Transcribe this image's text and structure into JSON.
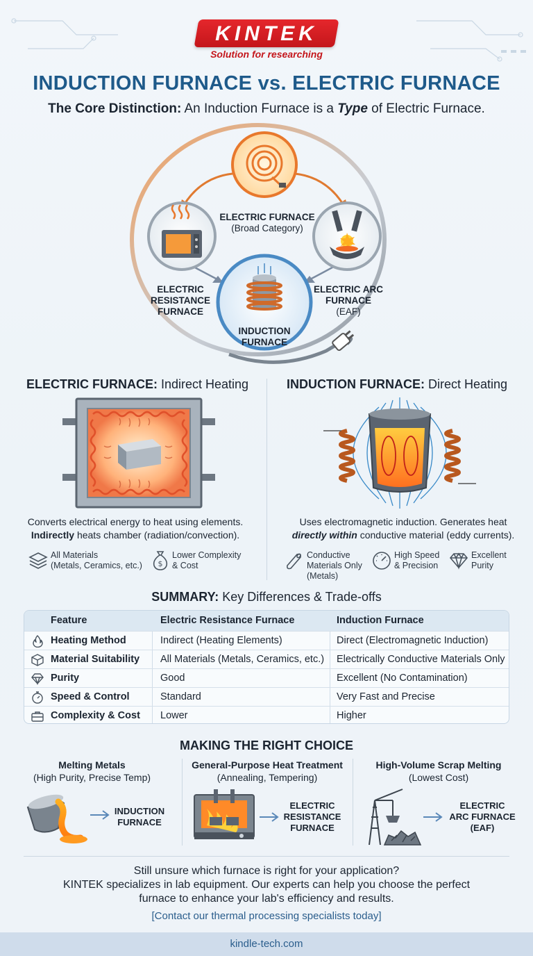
{
  "header": {
    "logo": "KINTEK",
    "tagline": "Solution for researching",
    "title": "INDUCTION FURNACE vs. ELECTRIC FURNACE",
    "subtitle_lead": "The Core Distinction:",
    "subtitle_a": " An Induction Furnace is a ",
    "subtitle_em": "Type",
    "subtitle_b": " of Electric Furnace."
  },
  "hierarchy": {
    "center": {
      "name": "ELECTRIC FURNACE",
      "note": "(Broad Category)"
    },
    "left": {
      "line1": "ELECTRIC",
      "line2": "RESISTANCE",
      "line3": "FURNACE"
    },
    "right": {
      "line1": "ELECTRIC ARC",
      "line2": "FURNACE",
      "note": "(EAF)"
    },
    "bottom": {
      "line1": "INDUCTION",
      "line2": "FURNACE"
    }
  },
  "electric_section": {
    "head_bold": "ELECTRIC FURNACE:",
    "head_rest": " Indirect Heating",
    "desc_line1": "Converts electrical energy to heat using elements.",
    "desc_bold": "Indirectly",
    "desc_line2": " heats chamber (radiation/convection).",
    "features": [
      {
        "icon": "layers-icon",
        "line1": "All Materials",
        "line2": "(Metals, Ceramics, etc.)"
      },
      {
        "icon": "money-bag-icon",
        "line1": "Lower Complexity",
        "line2": "& Cost"
      }
    ]
  },
  "induction_section": {
    "head_bold": "INDUCTION FURNACE:",
    "head_rest": " Direct Heating",
    "desc_line1": "Uses electromagnetic induction. Generates heat",
    "desc_em": "directly within",
    "desc_line2": " conductive material (eddy currents).",
    "features": [
      {
        "icon": "cylinder-rod-icon",
        "line1": "Conductive",
        "line2": "Materials Only",
        "line3": "(Metals)"
      },
      {
        "icon": "gauge-icon",
        "line1": "High Speed",
        "line2": "& Precision"
      },
      {
        "icon": "diamond-icon",
        "line1": "Excellent",
        "line2": "Purity"
      }
    ]
  },
  "summary": {
    "head_bold": "SUMMARY:",
    "head_rest": " Key Differences & Trade-offs",
    "columns": [
      "Feature",
      "Electric Resistance Furnace",
      "Induction Furnace"
    ],
    "rows": [
      {
        "icon": "flame-icon",
        "feature": "Heating Method",
        "resistance": "Indirect (Heating Elements)",
        "induction": "Direct (Electromagnetic Induction)"
      },
      {
        "icon": "cube-icon",
        "feature": "Material Suitability",
        "resistance": "All Materials (Metals, Ceramics, etc.)",
        "induction": "Electrically Conductive Materials Only"
      },
      {
        "icon": "diamond-icon",
        "feature": "Purity",
        "resistance": "Good",
        "induction": "Excellent (No Contamination)"
      },
      {
        "icon": "stopwatch-icon",
        "feature": "Speed & Control",
        "resistance": "Standard",
        "induction": "Very Fast and Precise"
      },
      {
        "icon": "briefcase-icon",
        "feature": "Complexity & Cost",
        "resistance": "Lower",
        "induction": "Higher"
      }
    ]
  },
  "choice": {
    "title": "MAKING THE RIGHT CHOICE",
    "items": [
      {
        "title": "Melting Metals",
        "note": "(High Purity, Precise Temp)",
        "result1": "INDUCTION",
        "result2": "FURNACE"
      },
      {
        "title": "General-Purpose Heat Treatment",
        "note": "(Annealing, Tempering)",
        "result1": "ELECTRIC",
        "result2": "RESISTANCE",
        "result3": "FURNACE"
      },
      {
        "title": "High-Volume Scrap Melting",
        "note": "(Lowest Cost)",
        "result1": "ELECTRIC",
        "result2": "ARC FURNACE",
        "result3": "(EAF)"
      }
    ]
  },
  "cta": {
    "line1": "Still unsure which furnace is right for your application?",
    "line2": "KINTEK specializes in lab equipment. Our experts can help you choose the perfect",
    "line3": "furnace to enhance your lab's efficiency and results.",
    "link": "[Contact our thermal processing specialists today]"
  },
  "footer": {
    "site": "kindle-tech.com"
  },
  "colors": {
    "brand_red": "#d81e23",
    "title_blue": "#1e5a8a",
    "accent_orange": "#e8782c",
    "accent_blue": "#4a8ac4"
  }
}
